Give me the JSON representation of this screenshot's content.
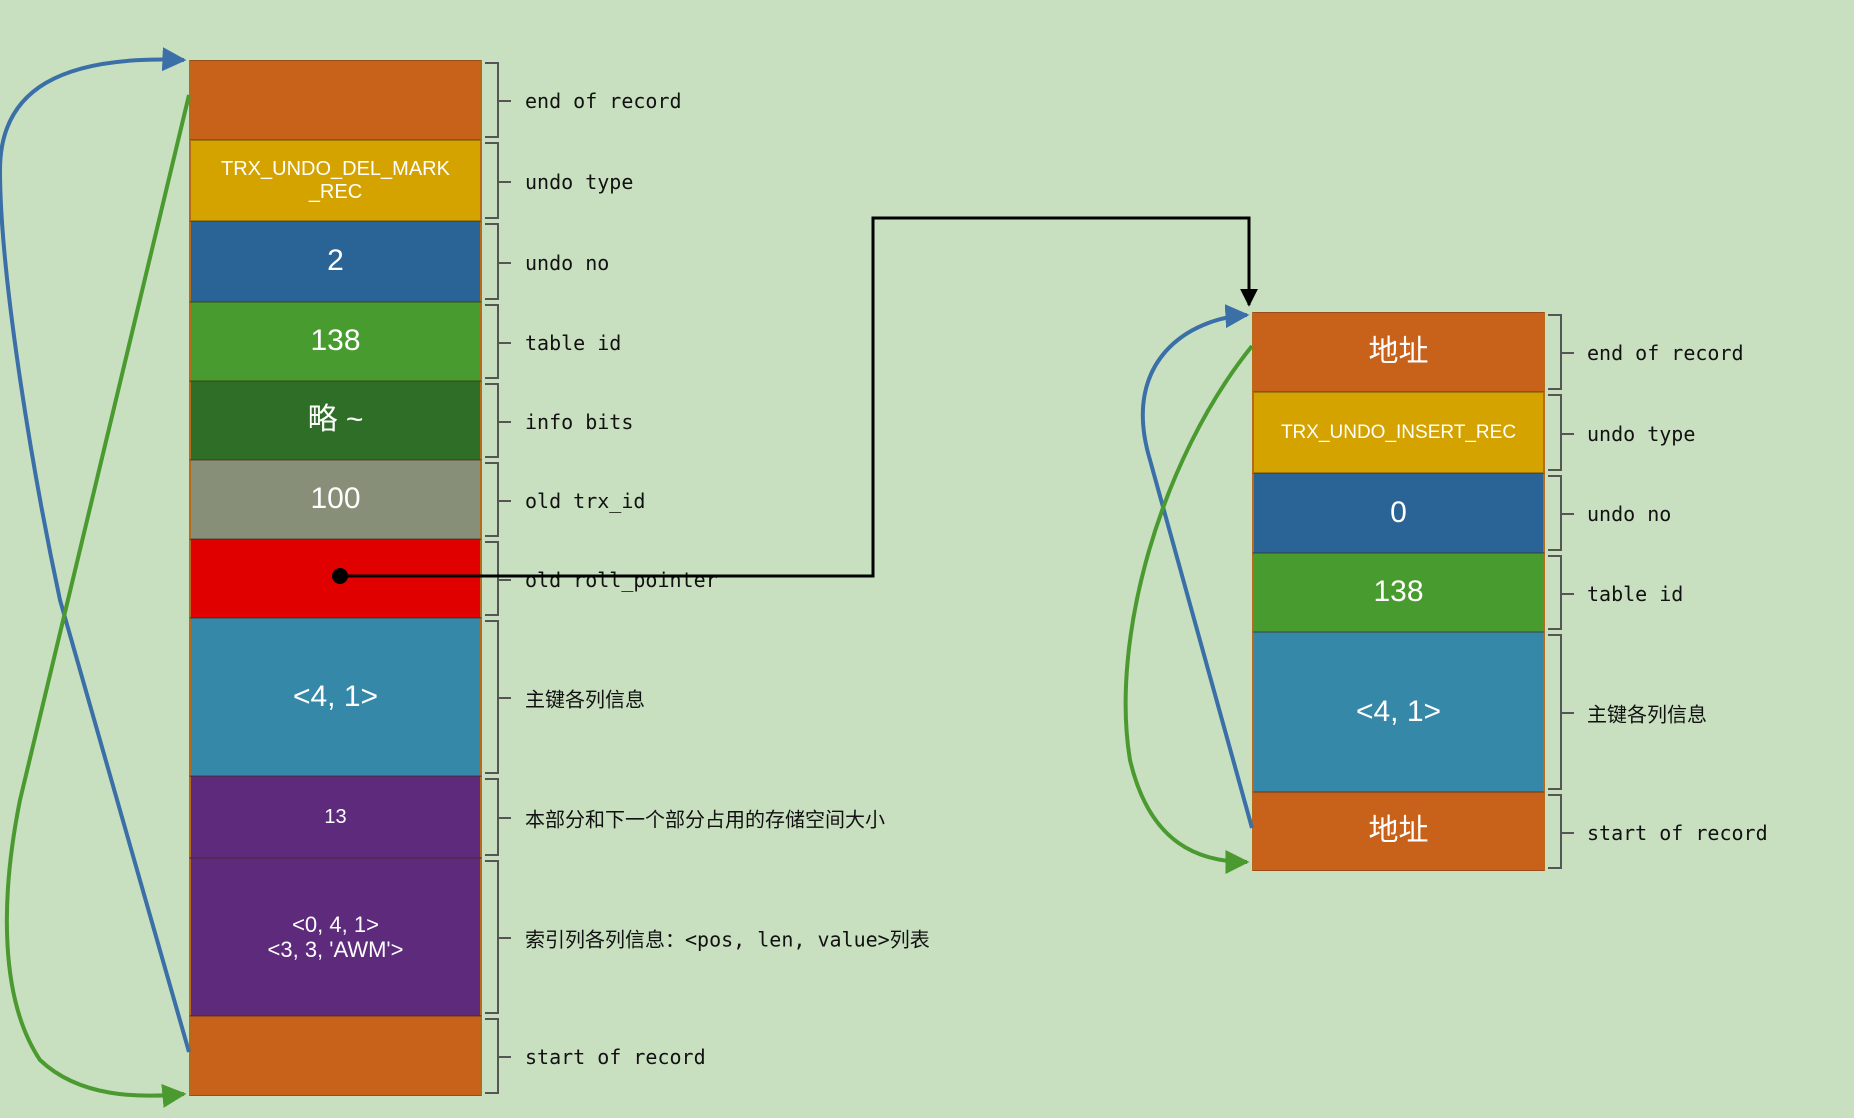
{
  "left_record": {
    "cells": [
      {
        "text": "",
        "color": "#c8621a",
        "label": "end of record"
      },
      {
        "text": "TRX_UNDO_DEL_MARK\n_REC",
        "color": "#d4a300",
        "label": "undo type"
      },
      {
        "text": "2",
        "color": "#2a6497",
        "label": "undo no"
      },
      {
        "text": "138",
        "color": "#489b2e",
        "label": "table id"
      },
      {
        "text": "略 ~",
        "color": "#2f6e26",
        "label": "info bits"
      },
      {
        "text": "100",
        "color": "#878f78",
        "label": "old trx_id"
      },
      {
        "text": "",
        "color": "#e00000",
        "label": "old roll_pointer"
      },
      {
        "text": "<4, 1>",
        "color": "#3688a8",
        "label": "主键各列信息"
      },
      {
        "text": "13",
        "color": "#5e2a7c",
        "label": "本部分和下一个部分占用的存储空间大小"
      },
      {
        "text": "<0, 4, 1>\n<3, 3, 'AWM'>",
        "color": "#5e2a7c",
        "label": "索引列各列信息：<pos, len, value>列表"
      },
      {
        "text": "",
        "color": "#c8621a",
        "label": "start of record"
      }
    ]
  },
  "right_record": {
    "cells": [
      {
        "text": "地址",
        "color": "#c8621a",
        "label": "end of record"
      },
      {
        "text": "TRX_UNDO_INSERT_REC",
        "color": "#d4a300",
        "label": "undo type"
      },
      {
        "text": "0",
        "color": "#2a6497",
        "label": "undo no"
      },
      {
        "text": "138",
        "color": "#489b2e",
        "label": "table id"
      },
      {
        "text": "<4, 1>",
        "color": "#3688a8",
        "label": "主键各列信息"
      },
      {
        "text": "地址",
        "color": "#c8621a",
        "label": "start of record"
      }
    ]
  },
  "colors": {
    "background": "#c8dfc0",
    "blue_arrow": "#3a6fa8",
    "green_arrow": "#4a9a30",
    "pointer_arrow": "#000000"
  }
}
